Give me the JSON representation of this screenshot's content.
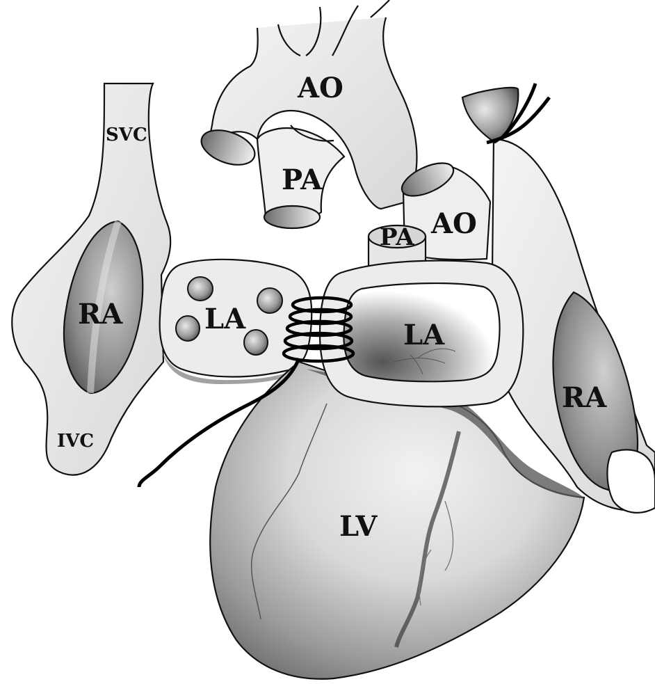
{
  "diagram": {
    "labels": {
      "svc": "SVC",
      "ivc": "IVC",
      "ra_left": "RA",
      "la_left": "LA",
      "ao_top": "AO",
      "pa_top": "PA",
      "pa_small": "PA",
      "ao_small": "AO",
      "la_right": "LA",
      "ra_right": "RA",
      "lv": "LV"
    }
  }
}
